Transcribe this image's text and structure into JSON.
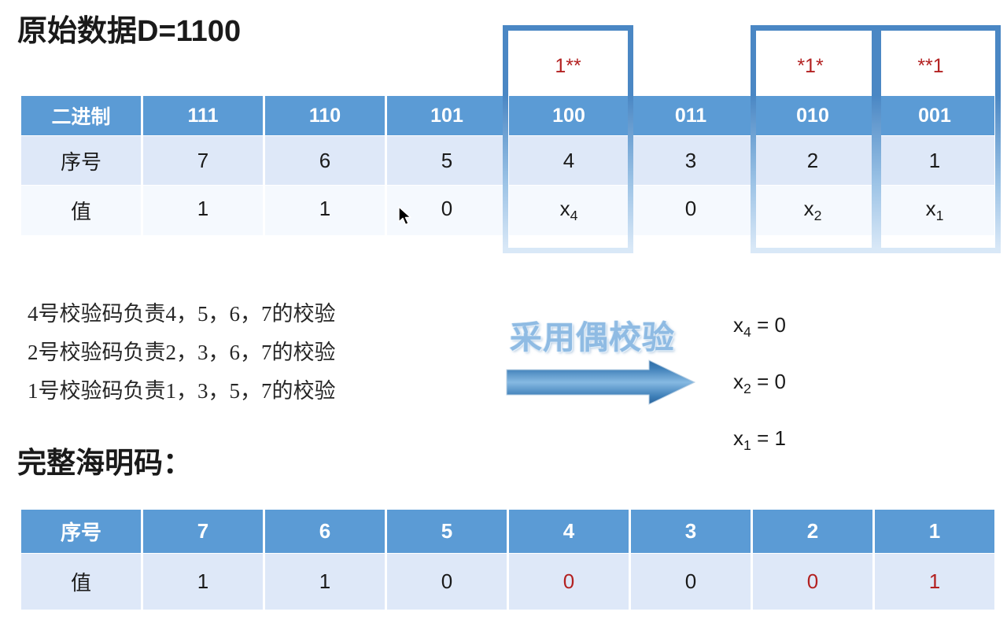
{
  "slide": {
    "title": "原始数据D=1100",
    "section_title": "完整海明码："
  },
  "colors": {
    "header_blue": "#5b9bd5",
    "row_light": "#dee8f8",
    "row_lighter": "#f5f9fe",
    "accent_red": "#b32121",
    "arrow_dark": "#2e6ca4",
    "arrow_light": "#7fb3de",
    "wordart_fill": "#8fbbe3"
  },
  "top_table": {
    "rows": [
      {
        "name": "binary",
        "label": "二进制",
        "cells": [
          "111",
          "110",
          "101",
          "100",
          "011",
          "010",
          "001"
        ]
      },
      {
        "name": "index",
        "label": "序号",
        "cells": [
          "7",
          "6",
          "5",
          "4",
          "3",
          "2",
          "1"
        ]
      },
      {
        "name": "value",
        "label": "值",
        "cells": [
          "1",
          "1",
          "0",
          "x4",
          "0",
          "x2",
          "x1"
        ]
      }
    ],
    "value_cells_display": [
      {
        "text": "1",
        "sub": ""
      },
      {
        "text": "1",
        "sub": ""
      },
      {
        "text": "0",
        "sub": ""
      },
      {
        "text": "x",
        "sub": "4"
      },
      {
        "text": "0",
        "sub": ""
      },
      {
        "text": "x",
        "sub": "2"
      },
      {
        "text": "x",
        "sub": "1"
      }
    ]
  },
  "highlights": [
    {
      "name": "mask-100",
      "label": "1**",
      "column": "100"
    },
    {
      "name": "mask-010",
      "label": "*1*",
      "column": "010"
    },
    {
      "name": "mask-001",
      "label": "**1",
      "column": "001"
    }
  ],
  "parity_rules": [
    "4号校验码负责4，5，6，7的校验",
    "2号校验码负责2，3，6，7的校验",
    "1号校验码负责1，3，5，7的校验"
  ],
  "wordart": {
    "text": "采用偶校验"
  },
  "results": [
    {
      "var": "x",
      "sub": "4",
      "eq": "= 0",
      "full": "x4 = 0"
    },
    {
      "var": "x",
      "sub": "2",
      "eq": "= 0",
      "full": "x2 = 0"
    },
    {
      "var": "x",
      "sub": "1",
      "eq": "= 1",
      "full": "x1 = 1"
    }
  ],
  "bottom_table": {
    "rows": [
      {
        "name": "index",
        "label": "序号",
        "cells": [
          "7",
          "6",
          "5",
          "4",
          "3",
          "2",
          "1"
        ]
      },
      {
        "name": "value",
        "label": "值",
        "cells": [
          "1",
          "1",
          "0",
          "0",
          "0",
          "0",
          "1"
        ]
      }
    ],
    "value_colors": [
      "black",
      "black",
      "black",
      "red",
      "black",
      "red",
      "red"
    ]
  }
}
